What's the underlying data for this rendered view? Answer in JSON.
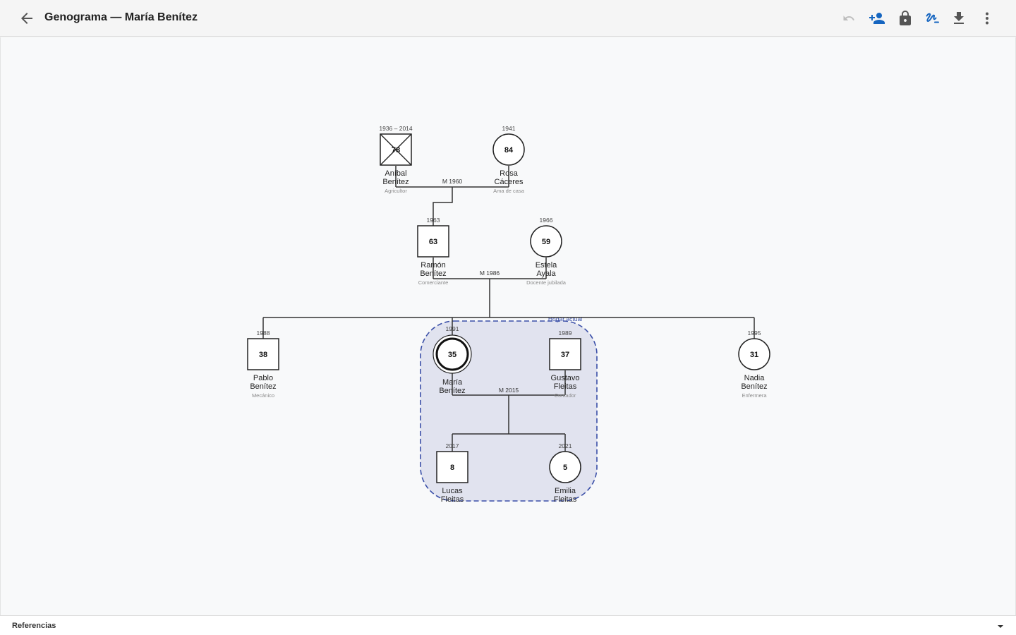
{
  "header": {
    "title": "Genograma — María Benítez",
    "back_icon": "arrow-left-icon",
    "tools": [
      {
        "name": "undo-icon",
        "enabled": false
      },
      {
        "name": "add-person-icon",
        "enabled": true
      },
      {
        "name": "lock-icon",
        "enabled": true
      },
      {
        "name": "draw-relation-icon",
        "enabled": true
      },
      {
        "name": "download-icon",
        "enabled": true
      },
      {
        "name": "more-vert-icon",
        "enabled": true
      }
    ]
  },
  "colors": {
    "accent": "#1565c0",
    "household_fill": "#e1e3ef",
    "household_border": "#3a4fa8"
  },
  "genogram": {
    "people": [
      {
        "id": "anibal",
        "sex": "male",
        "deceased": true,
        "years": "1936 – 2014",
        "age": "78",
        "name_line1": "Aníbal",
        "name_line2": "Benítez",
        "occupation": "Agricultor"
      },
      {
        "id": "rosa",
        "sex": "female",
        "deceased": false,
        "years": "1941",
        "age": "84",
        "name_line1": "Rosa",
        "name_line2": "Cáceres",
        "occupation": "Ama de casa"
      },
      {
        "id": "ramon",
        "sex": "male",
        "deceased": false,
        "years": "1963",
        "age": "63",
        "name_line1": "Ramón",
        "name_line2": "Benítez",
        "occupation": "Comerciante"
      },
      {
        "id": "estela",
        "sex": "female",
        "deceased": false,
        "years": "1966",
        "age": "59",
        "name_line1": "Estela",
        "name_line2": "Ayala",
        "occupation": "Docente jubilada"
      },
      {
        "id": "pablo",
        "sex": "male",
        "deceased": false,
        "years": "1988",
        "age": "38",
        "name_line1": "Pablo",
        "name_line2": "Benítez",
        "occupation": "Mecánico"
      },
      {
        "id": "maria",
        "sex": "female",
        "deceased": false,
        "index_person": true,
        "years": "1991",
        "age": "35",
        "name_line1": "María",
        "name_line2": "Benítez",
        "occupation": ""
      },
      {
        "id": "gustavo",
        "sex": "male",
        "deceased": false,
        "years": "1989",
        "age": "37",
        "name_line1": "Gustavo",
        "name_line2": "Fleitas",
        "occupation": "Contador"
      },
      {
        "id": "nadia",
        "sex": "female",
        "deceased": false,
        "years": "1995",
        "age": "31",
        "name_line1": "Nadia",
        "name_line2": "Benítez",
        "occupation": "Enfermera"
      },
      {
        "id": "lucas",
        "sex": "male",
        "deceased": false,
        "years": "2017",
        "age": "8",
        "name_line1": "Lucas",
        "name_line2": "Fleitas",
        "occupation": ""
      },
      {
        "id": "emilia",
        "sex": "female",
        "deceased": false,
        "years": "2021",
        "age": "5",
        "name_line1": "Emilia",
        "name_line2": "Fleitas",
        "occupation": ""
      }
    ],
    "marriages": [
      {
        "label": "M 1960"
      },
      {
        "label": "M 1986"
      },
      {
        "label": "M 2015"
      }
    ],
    "household_label": "Hogar actual"
  },
  "legend": {
    "label": "Referencias",
    "toggle_icon": "chevron-down-icon"
  }
}
